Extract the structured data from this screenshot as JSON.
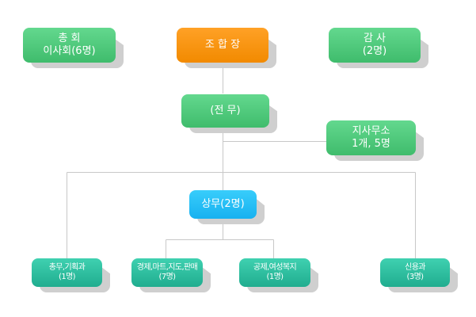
{
  "colors": {
    "green": "#4ccb79",
    "orange": "#f7930a",
    "blue": "#22bdf5",
    "teal": "#2bbf9d",
    "connector": "#c8c8c8",
    "shadow": "#cfcfcf"
  },
  "nodes": {
    "general_assembly": {
      "line1": "총   회",
      "line2": "이사회(6명)"
    },
    "chairman": {
      "line1": "조 합 장"
    },
    "auditor": {
      "line1": "감   사",
      "line2": "(2명)"
    },
    "executive_director": {
      "line1": "(전     무)"
    },
    "branch_office": {
      "line1": "지사무소",
      "line2": "1개, 5명"
    },
    "managing_director": {
      "line1": "상무(2명)"
    },
    "general_affairs": {
      "line1": "총무,기획과",
      "line2": "(1명)"
    },
    "economic": {
      "line1": "경제,마트,지도,판매",
      "line2": "(7명)"
    },
    "mutual_aid": {
      "line1": "공제,여성복지",
      "line2": "(1명)"
    },
    "credit": {
      "line1": "신용과",
      "line2": "(3명)"
    }
  }
}
